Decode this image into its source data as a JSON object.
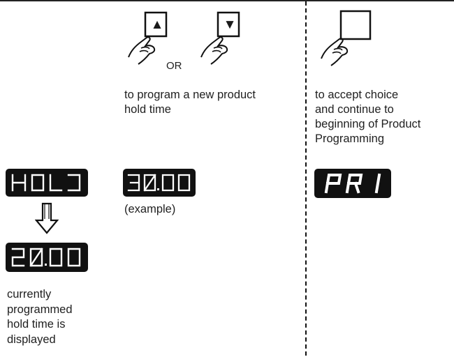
{
  "buttons": {
    "up_arrow": "▲",
    "down_arrow": "▼",
    "or_label": "OR"
  },
  "instructions": {
    "program_new": [
      "to program a new product",
      "hold time"
    ],
    "accept": [
      "to accept choice",
      "and continue to",
      "beginning of Product",
      "Programming"
    ],
    "currently": [
      "currently",
      "programmed",
      "hold time is",
      "displayed"
    ],
    "example": "(example)"
  },
  "displays": {
    "hold": "HOLD",
    "current_value": "20:00",
    "example_value": "30:00",
    "product": "PR 1"
  },
  "colors": {
    "lcd_bg": "#111111",
    "lcd_segment": "#ffffff",
    "ink": "#1f1f1f"
  }
}
